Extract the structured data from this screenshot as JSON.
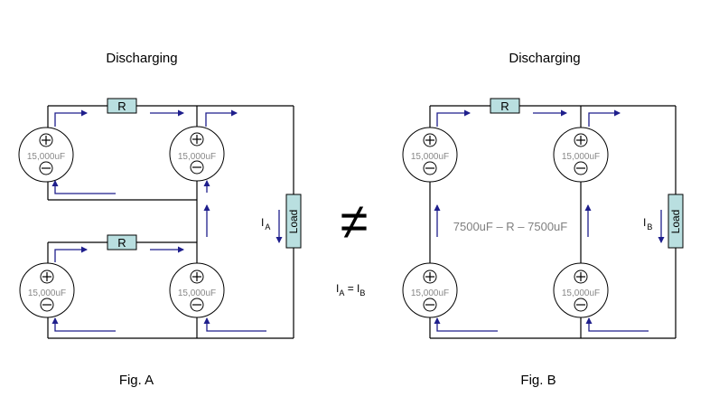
{
  "fig_a": {
    "heading": "Discharging",
    "caption": "Fig. A",
    "resistor_top": "R",
    "resistor_bottom": "R",
    "load": "Load",
    "current_label": "I",
    "current_sub": "A",
    "capacitor_label": "15,000uF",
    "plus_symbol": "+",
    "minus_symbol": "−"
  },
  "fig_b": {
    "heading": "Discharging",
    "caption": "Fig. B",
    "resistor_top": "R",
    "load": "Load",
    "current_label": "I",
    "current_sub": "B",
    "capacitor_label": "15,000uF",
    "middle_annotation": "7500uF – R – 7500uF"
  },
  "center": {
    "not_equal": "≠",
    "equation_lhs": "I",
    "equation_lhs_sub": "A",
    "equation_eq": " = I",
    "equation_rhs_sub": "B"
  },
  "colors": {
    "wire": "#000000",
    "flow_arrow": "#1e1e8c",
    "component_fill": "#b9dfe0",
    "capacitor_text": "#888888",
    "annotation_text": "#7f7f7f"
  }
}
